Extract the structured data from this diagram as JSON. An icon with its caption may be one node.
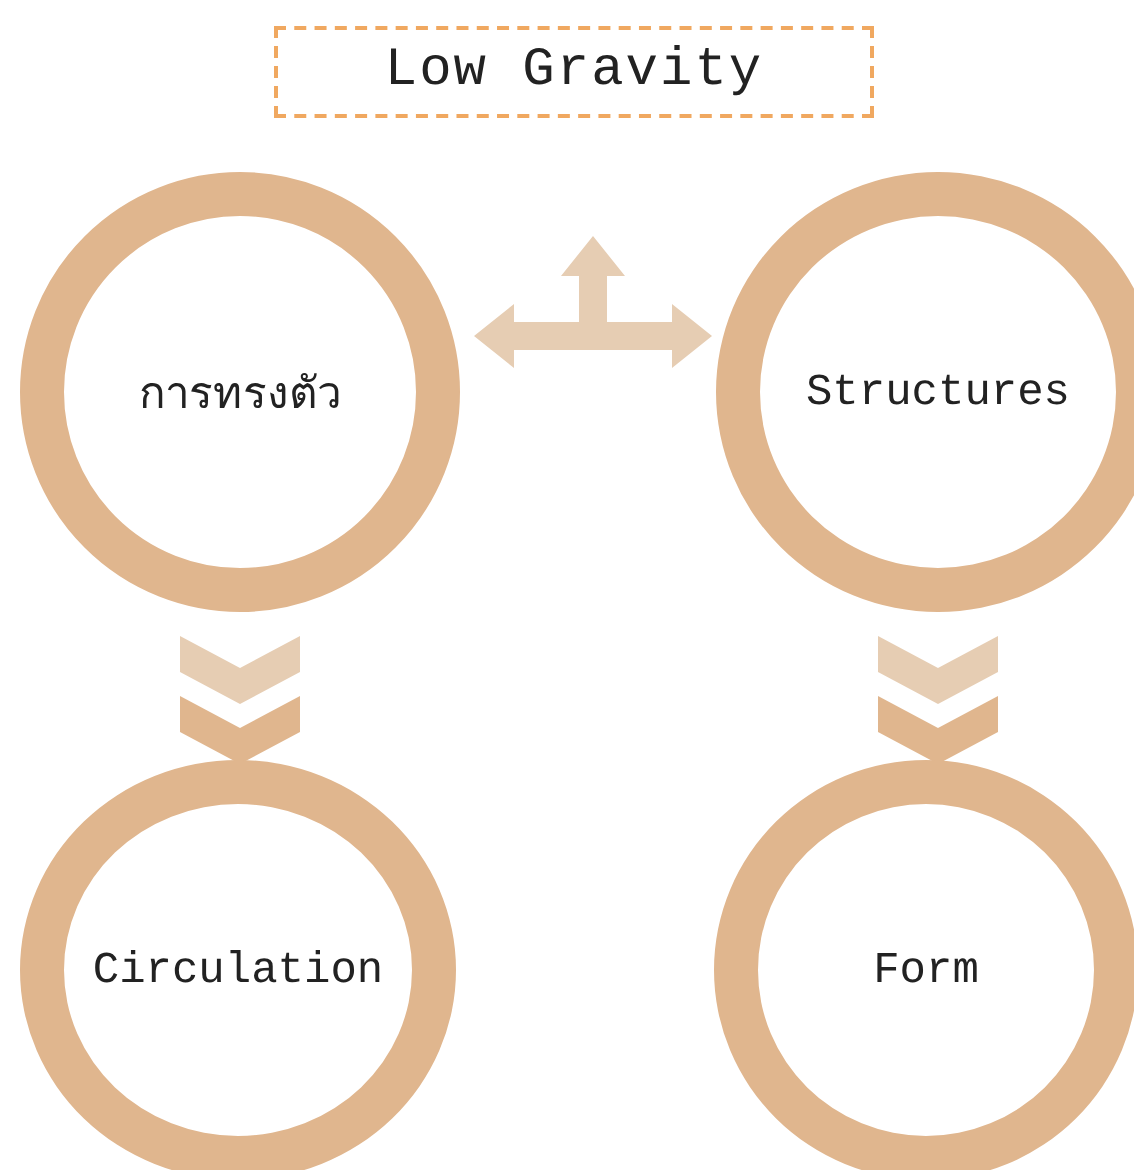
{
  "diagram": {
    "title": "Low Gravity",
    "nodes": [
      {
        "text": [
          "การทรงตัว"
        ]
      },
      {
        "text": [
          "Structures"
        ]
      },
      {
        "text": [
          "Circulation"
        ]
      },
      {
        "text": [
          "Form"
        ]
      }
    ],
    "edges": [
      {
        "from": 0,
        "to": 1,
        "arrow": "both"
      },
      {
        "from": 0,
        "to": 2,
        "arrow": "to"
      },
      {
        "from": 1,
        "to": 3,
        "arrow": "to"
      }
    ]
  }
}
